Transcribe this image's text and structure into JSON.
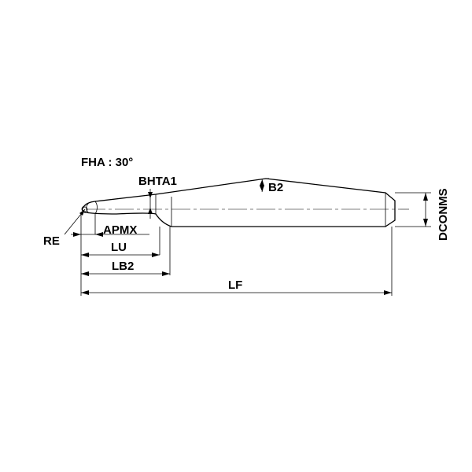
{
  "labels": {
    "fha": "FHA : 30°",
    "bhta1": "BHTA1",
    "b2": "B2",
    "re": "RE",
    "apmx": "APMX",
    "lu": "LU",
    "lb2": "LB2",
    "lf": "LF",
    "dconms": "DCONMS"
  }
}
